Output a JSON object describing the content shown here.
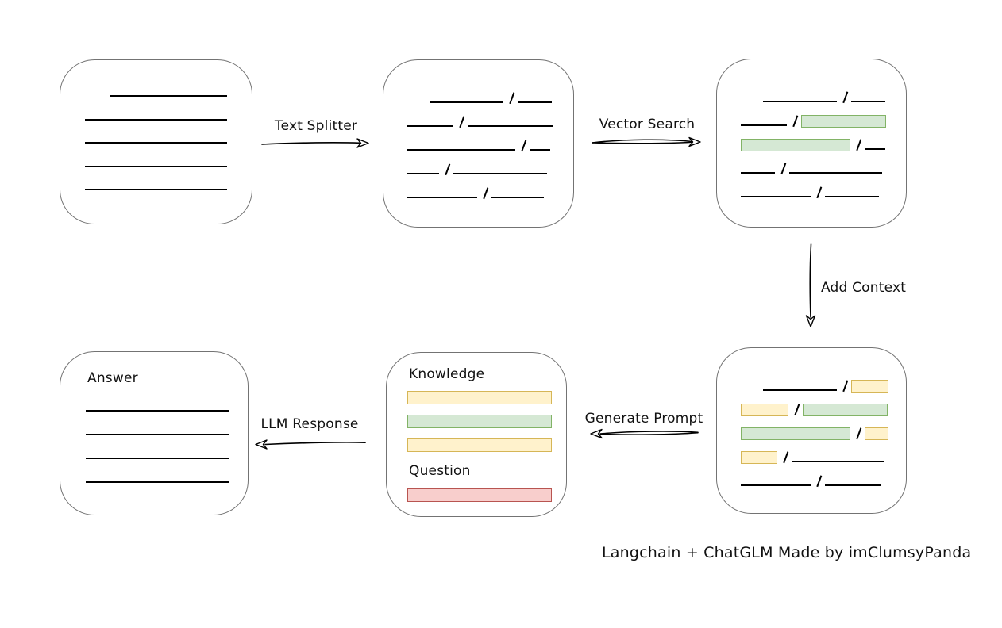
{
  "caption": "Langchain + ChatGLM Made by imClumsyPanda",
  "labels": {
    "text_splitter": "Text Splitter",
    "vector_search": "Vector Search",
    "add_context": "Add Context",
    "generate_prompt": "Generate Prompt",
    "llm_response": "LLM Response"
  },
  "colors": {
    "stroke": "#000000",
    "box_border": "#737373",
    "chunk_green_fill": "#d5e8d4",
    "chunk_green_border": "#82b366",
    "chunk_yellow_fill": "#fff2cc",
    "chunk_yellow_border": "#d6b656",
    "chunk_red_fill": "#f8cecc",
    "chunk_red_border": "#b85450"
  },
  "boxes": {
    "document": {
      "lines": [
        {
          "indent": 31,
          "w": 148
        },
        {
          "indent": 0,
          "w": 179
        },
        {
          "indent": 0,
          "w": 179
        },
        {
          "indent": 0,
          "w": 179
        },
        {
          "indent": 0,
          "w": 179
        }
      ]
    },
    "chunks": {
      "rows": [
        {
          "indent": 28,
          "parts": [
            {
              "kind": "line",
              "w": 93
            },
            {
              "kind": "line",
              "w": 43
            }
          ]
        },
        {
          "indent": 0,
          "parts": [
            {
              "kind": "line",
              "w": 58
            },
            {
              "kind": "line",
              "w": 107
            }
          ]
        },
        {
          "indent": 0,
          "parts": [
            {
              "kind": "line",
              "w": 136
            },
            {
              "kind": "line",
              "w": 26
            }
          ]
        },
        {
          "indent": 0,
          "parts": [
            {
              "kind": "line",
              "w": 40
            },
            {
              "kind": "line",
              "w": 118
            }
          ]
        },
        {
          "indent": 0,
          "parts": [
            {
              "kind": "line",
              "w": 88
            },
            {
              "kind": "line",
              "w": 66
            }
          ]
        }
      ]
    },
    "matched_chunks": {
      "rows": [
        {
          "indent": 28,
          "parts": [
            {
              "kind": "line",
              "w": 93
            },
            {
              "kind": "line",
              "w": 43
            }
          ]
        },
        {
          "indent": 0,
          "parts": [
            {
              "kind": "line",
              "w": 58
            },
            {
              "kind": "green",
              "w": 107
            }
          ]
        },
        {
          "indent": 0,
          "parts": [
            {
              "kind": "green",
              "w": 138
            },
            {
              "kind": "line",
              "w": 26
            }
          ]
        },
        {
          "indent": 0,
          "parts": [
            {
              "kind": "line",
              "w": 43
            },
            {
              "kind": "line",
              "w": 117
            }
          ]
        },
        {
          "indent": 0,
          "parts": [
            {
              "kind": "line",
              "w": 88
            },
            {
              "kind": "line",
              "w": 68
            }
          ]
        }
      ]
    },
    "context_chunks": {
      "rows": [
        {
          "indent": 28,
          "parts": [
            {
              "kind": "line",
              "w": 93
            },
            {
              "kind": "yellow",
              "w": 47
            }
          ]
        },
        {
          "indent": 0,
          "parts": [
            {
              "kind": "yellow",
              "w": 60
            },
            {
              "kind": "green",
              "w": 107
            }
          ]
        },
        {
          "indent": 0,
          "parts": [
            {
              "kind": "green",
              "w": 138
            },
            {
              "kind": "yellow",
              "w": 30
            }
          ]
        },
        {
          "indent": 0,
          "parts": [
            {
              "kind": "yellow",
              "w": 46
            },
            {
              "kind": "line",
              "w": 117
            }
          ]
        },
        {
          "indent": 0,
          "parts": [
            {
              "kind": "line",
              "w": 88
            },
            {
              "kind": "line",
              "w": 70
            }
          ]
        }
      ]
    },
    "prompt": {
      "knowledge_label": "Knowledge",
      "question_label": "Question",
      "knowledge_bars": [
        "yellow",
        "green",
        "yellow"
      ],
      "question_bars": [
        "red"
      ]
    },
    "answer": {
      "label": "Answer",
      "lines": [
        {
          "indent": 0,
          "w": 180
        },
        {
          "indent": 0,
          "w": 180
        },
        {
          "indent": 0,
          "w": 180
        },
        {
          "indent": 0,
          "w": 180
        }
      ]
    }
  }
}
